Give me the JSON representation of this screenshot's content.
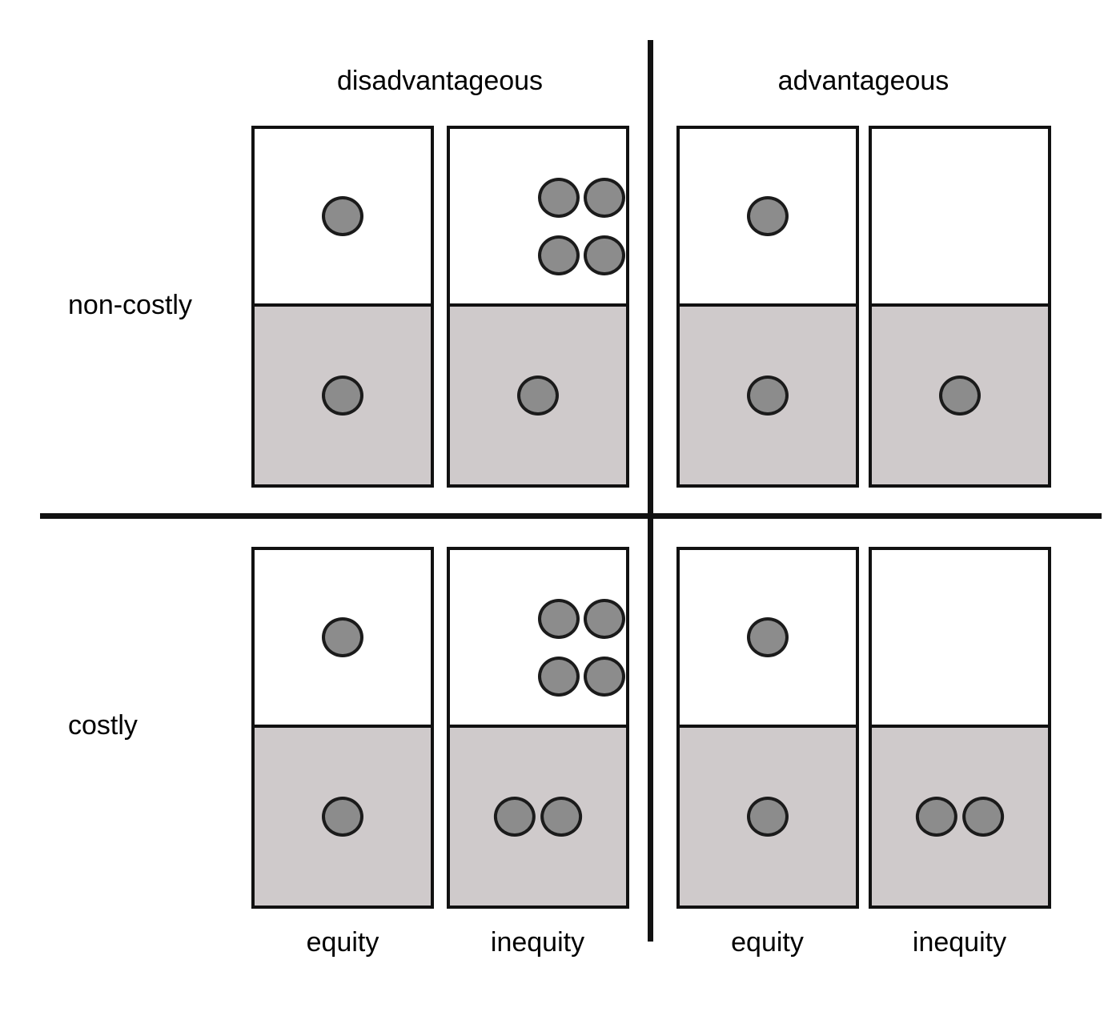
{
  "figure": {
    "column_groups": [
      {
        "id": "disadvantageous",
        "label": "disadvantageous"
      },
      {
        "id": "advantageous",
        "label": "advantageous"
      }
    ],
    "row_groups": [
      {
        "id": "non-costly",
        "label": "non-costly"
      },
      {
        "id": "costly",
        "label": "costly"
      }
    ],
    "condition_labels": [
      {
        "id": "disadv-equity",
        "label": "equity"
      },
      {
        "id": "disadv-inequity",
        "label": "inequity"
      },
      {
        "id": "adv-equity",
        "label": "equity"
      },
      {
        "id": "adv-inequity",
        "label": "inequity"
      }
    ],
    "colors": {
      "line": "#111111",
      "panel_white": "#ffffff",
      "panel_gray": "#cfcacb",
      "token_fill": "#8c8c8c",
      "token_stroke": "#1b1b1b"
    }
  },
  "chart_data": {
    "type": "diagram",
    "title": "",
    "description": "2x2 grid of reward-distribution stimuli. Each cell shows a box with a white upper panel (partner's share) and a gray lower panel (subject's share); gray circles represent reward tokens.",
    "row_factor": "cost",
    "column_factor": "inequity type",
    "within_factor": "distribution",
    "cells": [
      {
        "row": "non-costly",
        "column": "disadvantageous",
        "condition": "equity",
        "top_panel_tokens": 1,
        "bottom_panel_tokens": 1
      },
      {
        "row": "non-costly",
        "column": "disadvantageous",
        "condition": "inequity",
        "top_panel_tokens": 4,
        "bottom_panel_tokens": 1
      },
      {
        "row": "non-costly",
        "column": "advantageous",
        "condition": "equity",
        "top_panel_tokens": 1,
        "bottom_panel_tokens": 1
      },
      {
        "row": "non-costly",
        "column": "advantageous",
        "condition": "inequity",
        "top_panel_tokens": 0,
        "bottom_panel_tokens": 1
      },
      {
        "row": "costly",
        "column": "disadvantageous",
        "condition": "equity",
        "top_panel_tokens": 1,
        "bottom_panel_tokens": 1
      },
      {
        "row": "costly",
        "column": "disadvantageous",
        "condition": "inequity",
        "top_panel_tokens": 4,
        "bottom_panel_tokens": 2
      },
      {
        "row": "costly",
        "column": "advantageous",
        "condition": "equity",
        "top_panel_tokens": 1,
        "bottom_panel_tokens": 1
      },
      {
        "row": "costly",
        "column": "advantageous",
        "condition": "inequity",
        "top_panel_tokens": 0,
        "bottom_panel_tokens": 2
      }
    ]
  }
}
